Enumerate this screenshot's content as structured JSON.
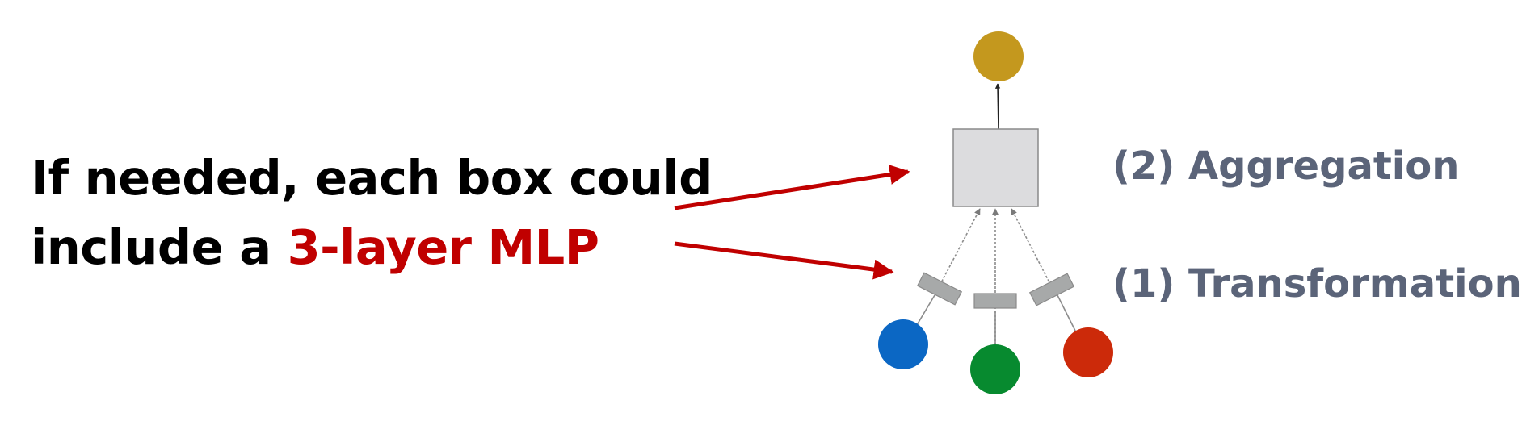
{
  "headline": {
    "line1": "If needed, each box could",
    "line2_prefix": "include a ",
    "line2_highlight": "3-layer MLP"
  },
  "labels": {
    "aggregation": "(2) Aggregation",
    "transformation": "(1) Transformation"
  },
  "colors": {
    "text": "#000000",
    "highlight": "#c00000",
    "label": "#5b6479",
    "arrow": "#c00000",
    "output_node": "#c4981e",
    "aggregation_box_fill": "#dcdcde",
    "aggregation_box_stroke": "#8a8a8a",
    "transform_box": "#a7a9a9",
    "node_blue": "#0b67c4",
    "node_green": "#078a2f",
    "node_red": "#cc2a0a"
  },
  "icons": {
    "output_node": "circle",
    "input_nodes": [
      "circle",
      "circle",
      "circle"
    ],
    "aggregation": "square",
    "transformation": "rectangle"
  }
}
